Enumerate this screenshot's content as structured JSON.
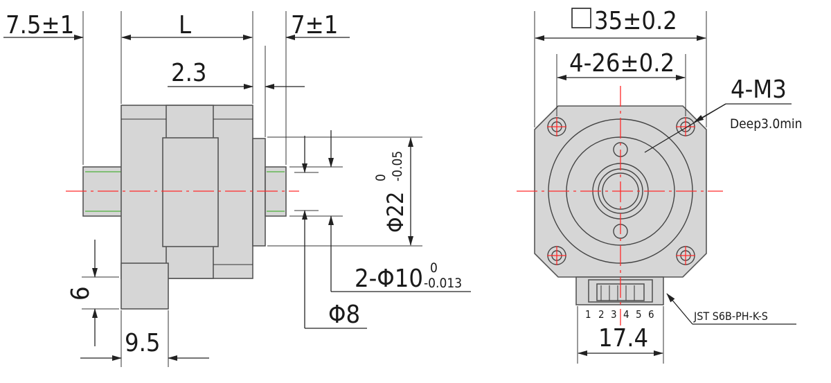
{
  "side_view": {
    "dim_shaft_front": "7.5±1",
    "dim_length": "L",
    "dim_shaft_rear": "7±1",
    "dim_flange_step": "2.3",
    "dim_boss_dia_base": "Φ22",
    "dim_boss_dia_upper": "0",
    "dim_boss_dia_lower": "-0.05",
    "dim_shaft_dia_base": "2-Φ10",
    "dim_shaft_dia_upper": "0",
    "dim_shaft_dia_lower": "-0.013",
    "dim_flat_dia": "Φ8",
    "dim_connector_height": "6",
    "dim_connector_width": "9.5"
  },
  "front_view": {
    "dim_body_square": "35±0.2",
    "dim_hole_pitch": "4-26±0.2",
    "dim_thread": "4-M3",
    "dim_thread_depth": "Deep3.0min",
    "connector_part": "JST S6B-PH-K-S",
    "dim_connector_span": "17.4",
    "pins": [
      "1",
      "2",
      "3",
      "4",
      "5",
      "6"
    ]
  }
}
